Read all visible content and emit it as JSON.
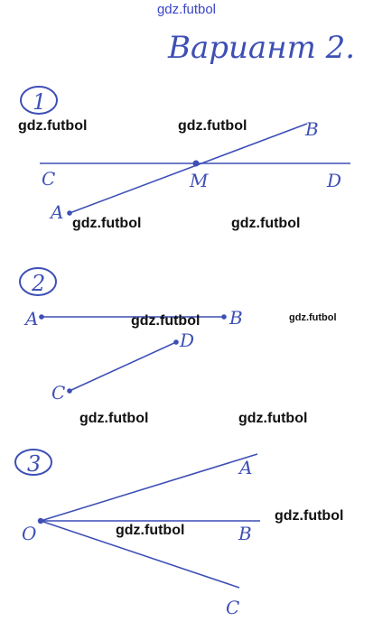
{
  "header": {
    "site_watermark": "gdz.futbol",
    "title": "Вариант 2."
  },
  "colors": {
    "ink": "#3d4fb5",
    "watermark": "#111111",
    "site": "#3a45c8"
  },
  "tasks": [
    {
      "number": "1",
      "labels": {
        "c": "C",
        "d": "D",
        "b": "B",
        "m": "M",
        "a": "A"
      }
    },
    {
      "number": "2",
      "labels": {
        "a": "A",
        "b": "B",
        "c": "C",
        "d": "D"
      }
    },
    {
      "number": "3",
      "labels": {
        "o": "O",
        "a": "A",
        "b": "B",
        "c": "C"
      }
    }
  ],
  "watermarks": [
    "gdz.futbol",
    "gdz.futbol",
    "gdz.futbol",
    "gdz.futbol",
    "gdz.futbol",
    "gdz.futbol",
    "gdz.futbol",
    "gdz.futbol",
    "gdz.futbol",
    "gdz.futbol"
  ]
}
